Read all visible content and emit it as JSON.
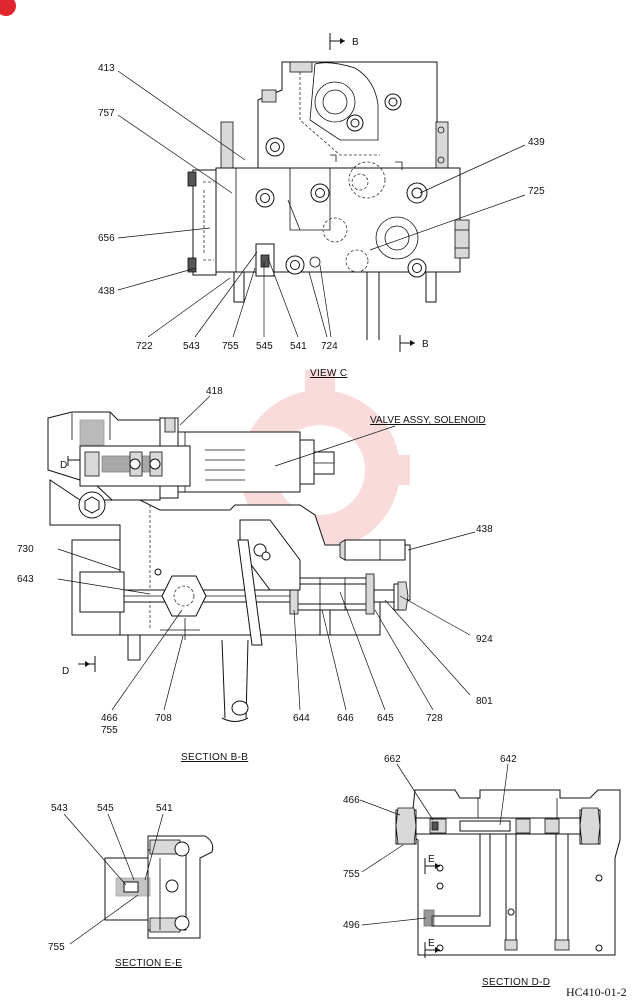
{
  "views": {
    "view_c": {
      "title": "VIEW  C",
      "section_marker": "B",
      "labels": [
        "413",
        "757",
        "656",
        "438",
        "722",
        "543",
        "755",
        "545",
        "541",
        "724",
        "439",
        "725"
      ]
    },
    "section_bb": {
      "title": "SECTION  B-B",
      "callout": "VALVE ASSY, SOLENOID",
      "section_marker": "D",
      "labels": [
        "418",
        "730",
        "643",
        "438",
        "924",
        "801",
        "466",
        "755",
        "708",
        "644",
        "646",
        "645",
        "728"
      ]
    },
    "section_ee": {
      "title": "SECTION  E-E",
      "labels": [
        "543",
        "545",
        "541",
        "755"
      ]
    },
    "section_dd": {
      "title": "SECTION  D-D",
      "section_marker": "E",
      "labels": [
        "662",
        "642",
        "466",
        "755",
        "496"
      ]
    }
  },
  "drawing_code": "HC410-01-2"
}
